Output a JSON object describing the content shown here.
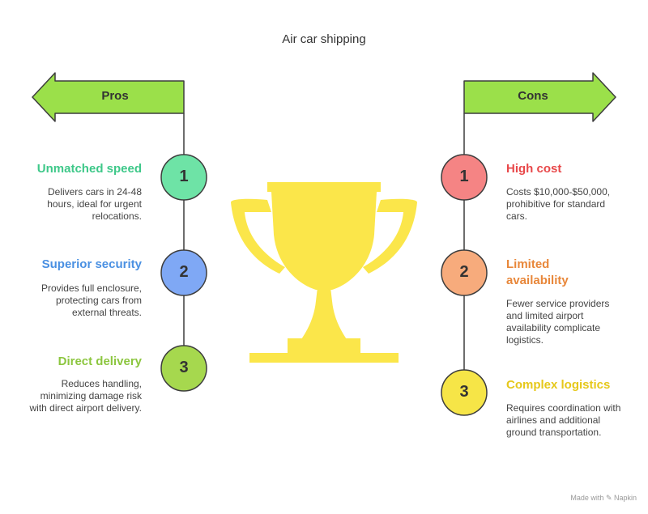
{
  "title": "Air car shipping",
  "pros": {
    "label": "Pros",
    "items": [
      {
        "num": "1",
        "title": "Unmatched speed",
        "desc": "Delivers cars in 24-48 hours, ideal for urgent relocations.",
        "color": "#3ec889"
      },
      {
        "num": "2",
        "title": "Superior security",
        "desc": "Provides full enclosure, protecting cars from external threats.",
        "color": "#4a90e2"
      },
      {
        "num": "3",
        "title": "Direct delivery",
        "desc": "Reduces handling, minimizing damage risk with direct airport delivery.",
        "color": "#8cc63f"
      }
    ]
  },
  "cons": {
    "label": "Cons",
    "items": [
      {
        "num": "1",
        "title": "High cost",
        "desc": "Costs $10,000-$50,000, prohibitive for standard cars.",
        "color": "#e8484a"
      },
      {
        "num": "2",
        "title": "Limited availability",
        "desc": "Fewer service providers and limited airport availability complicate logistics.",
        "color": "#e8873a"
      },
      {
        "num": "3",
        "title": "Complex logistics",
        "desc": "Requires coordination with airlines and additional ground transportation.",
        "color": "#e6c81a"
      }
    ]
  },
  "colors": {
    "arrow_fill": "#9be04a",
    "arrow_stroke": "#3d3d3d",
    "trophy": "#fbe64a",
    "c1_left": "#6ee3a6",
    "c2_left": "#7fa8f5",
    "c3_left": "#a6d84e",
    "c1_right": "#f58484",
    "c2_right": "#f7ab7c",
    "c3_right": "#f6e547"
  },
  "footer": "Made with ✎ Napkin"
}
